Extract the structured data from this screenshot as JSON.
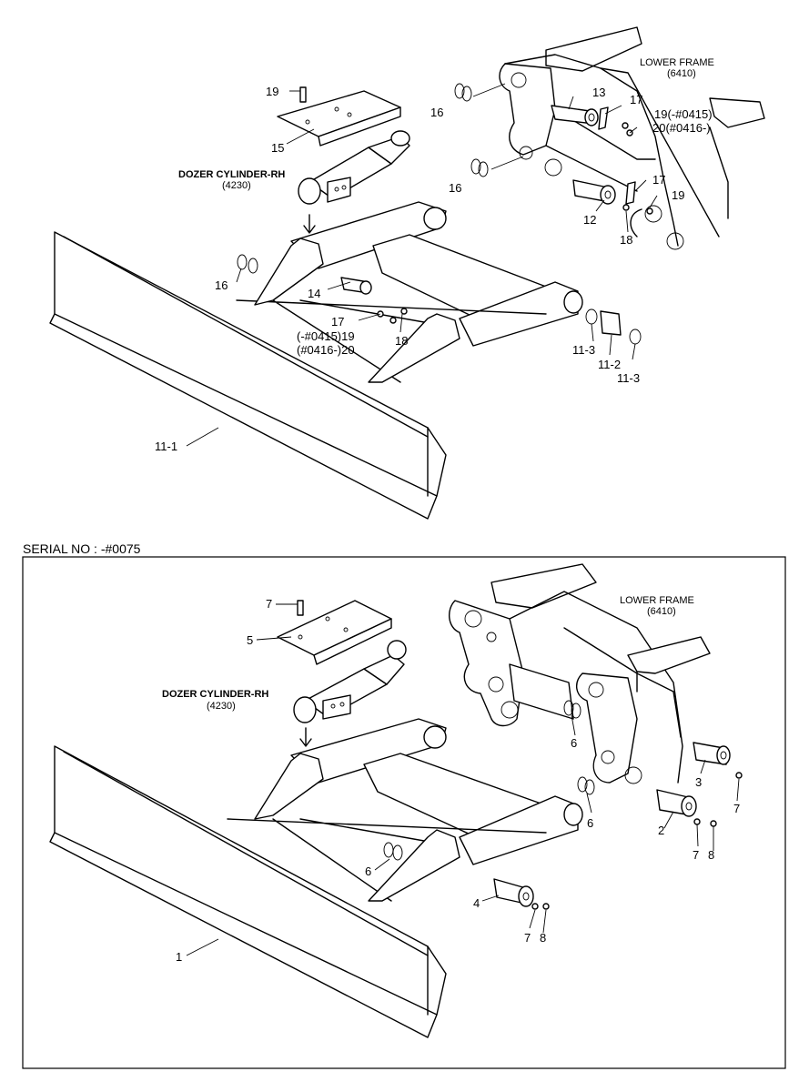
{
  "top_diagram": {
    "lower_frame": "LOWER FRAME",
    "lower_frame_code": "(6410)",
    "dozer_cylinder": "DOZER CYLINDER-RH",
    "dozer_cylinder_code": "(4230)",
    "callouts": {
      "p19_top": "19",
      "p15": "15",
      "p16_a": "16",
      "p16_b": "16",
      "p16_c": "16",
      "p13": "13",
      "p17_a": "17",
      "p19_serial": "19(-#0415)",
      "p20_serial": "20(#0416-)",
      "p17_b": "17",
      "p19_b": "19",
      "p12": "12",
      "p18_a": "18",
      "p14": "14",
      "p17_c": "17",
      "p19_c": "(-#0415)19",
      "p20_c": "(#0416-)20",
      "p18_b": "18",
      "p11_3a": "11-3",
      "p11_2": "11-2",
      "p11_3b": "11-3",
      "p11_1": "11-1"
    }
  },
  "serial_caption": "SERIAL NO : -#0075",
  "bottom_diagram": {
    "lower_frame": "LOWER FRAME",
    "lower_frame_code": "(6410)",
    "dozer_cylinder": "DOZER CYLINDER-RH",
    "dozer_cylinder_code": "(4230)",
    "callouts": {
      "p7_top": "7",
      "p5": "5",
      "p6_a": "6",
      "p6_b": "6",
      "p6_c": "6",
      "p3": "3",
      "p7_a": "7",
      "p2": "2",
      "p7_b": "7",
      "p8_a": "8",
      "p4": "4",
      "p7_c": "7",
      "p8_b": "8",
      "p1": "1"
    }
  }
}
